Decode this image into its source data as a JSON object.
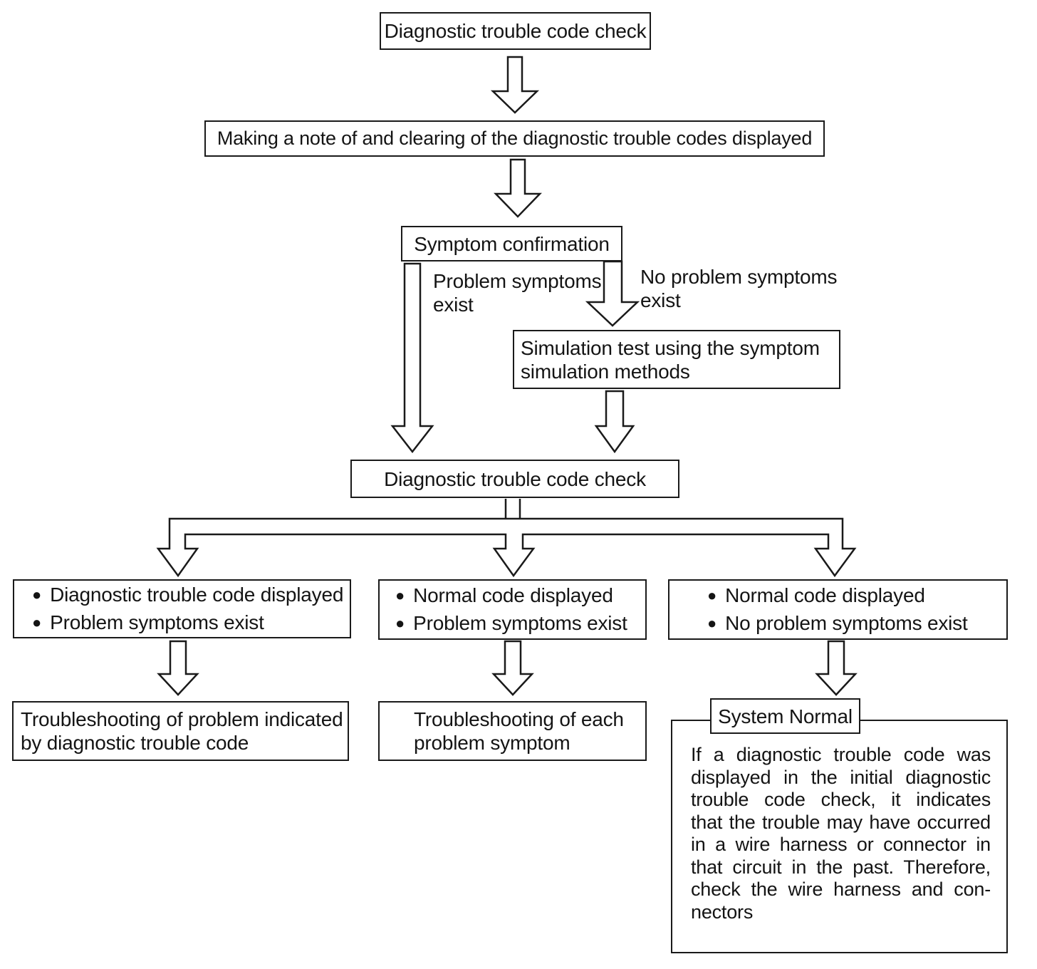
{
  "diagram": {
    "colors": {
      "ink": "#1a1a1a",
      "paper": "#ffffff"
    },
    "glyphs": {
      "bullet": "●"
    },
    "boxes": {
      "dtc_check_initial": "Diagnostic trouble code check",
      "note_and_clear": "Making a note of and clearing of the diagnostic trouble codes displayed",
      "symptom_confirmation": "Symptom confirmation",
      "simulation_test_lines": [
        "Simulation test using the symptom",
        "simulation methods"
      ],
      "dtc_check_second": "Diagnostic trouble code check",
      "outcome_left_items": [
        "Diagnostic trouble code displayed",
        "Problem symptoms exist"
      ],
      "outcome_center_items": [
        "Normal code displayed",
        "Problem symptoms exist"
      ],
      "outcome_right_items": [
        "Normal code displayed",
        "No problem symptoms exist"
      ],
      "troubleshoot_dtc_lines": [
        "Troubleshooting of problem indicated",
        "by diagnostic trouble code"
      ],
      "troubleshoot_symptom_lines": [
        "Troubleshooting of each",
        "problem symptom"
      ],
      "system_normal_title": "System Normal",
      "system_normal_note_lines": [
        "If a diagnostic trouble code was",
        "displayed in the initial diagnostic",
        "trouble code check, it indicates",
        "that the trouble may have occurred",
        "in a wire harness or connector in",
        "that circuit in the past. Therefore,",
        "check the wire harness and con-",
        "nectors"
      ]
    },
    "edge_labels": {
      "problem_lines": [
        "Problem symptoms",
        "exist"
      ],
      "no_problem_lines": [
        "No problem symptoms",
        "exist"
      ]
    }
  }
}
